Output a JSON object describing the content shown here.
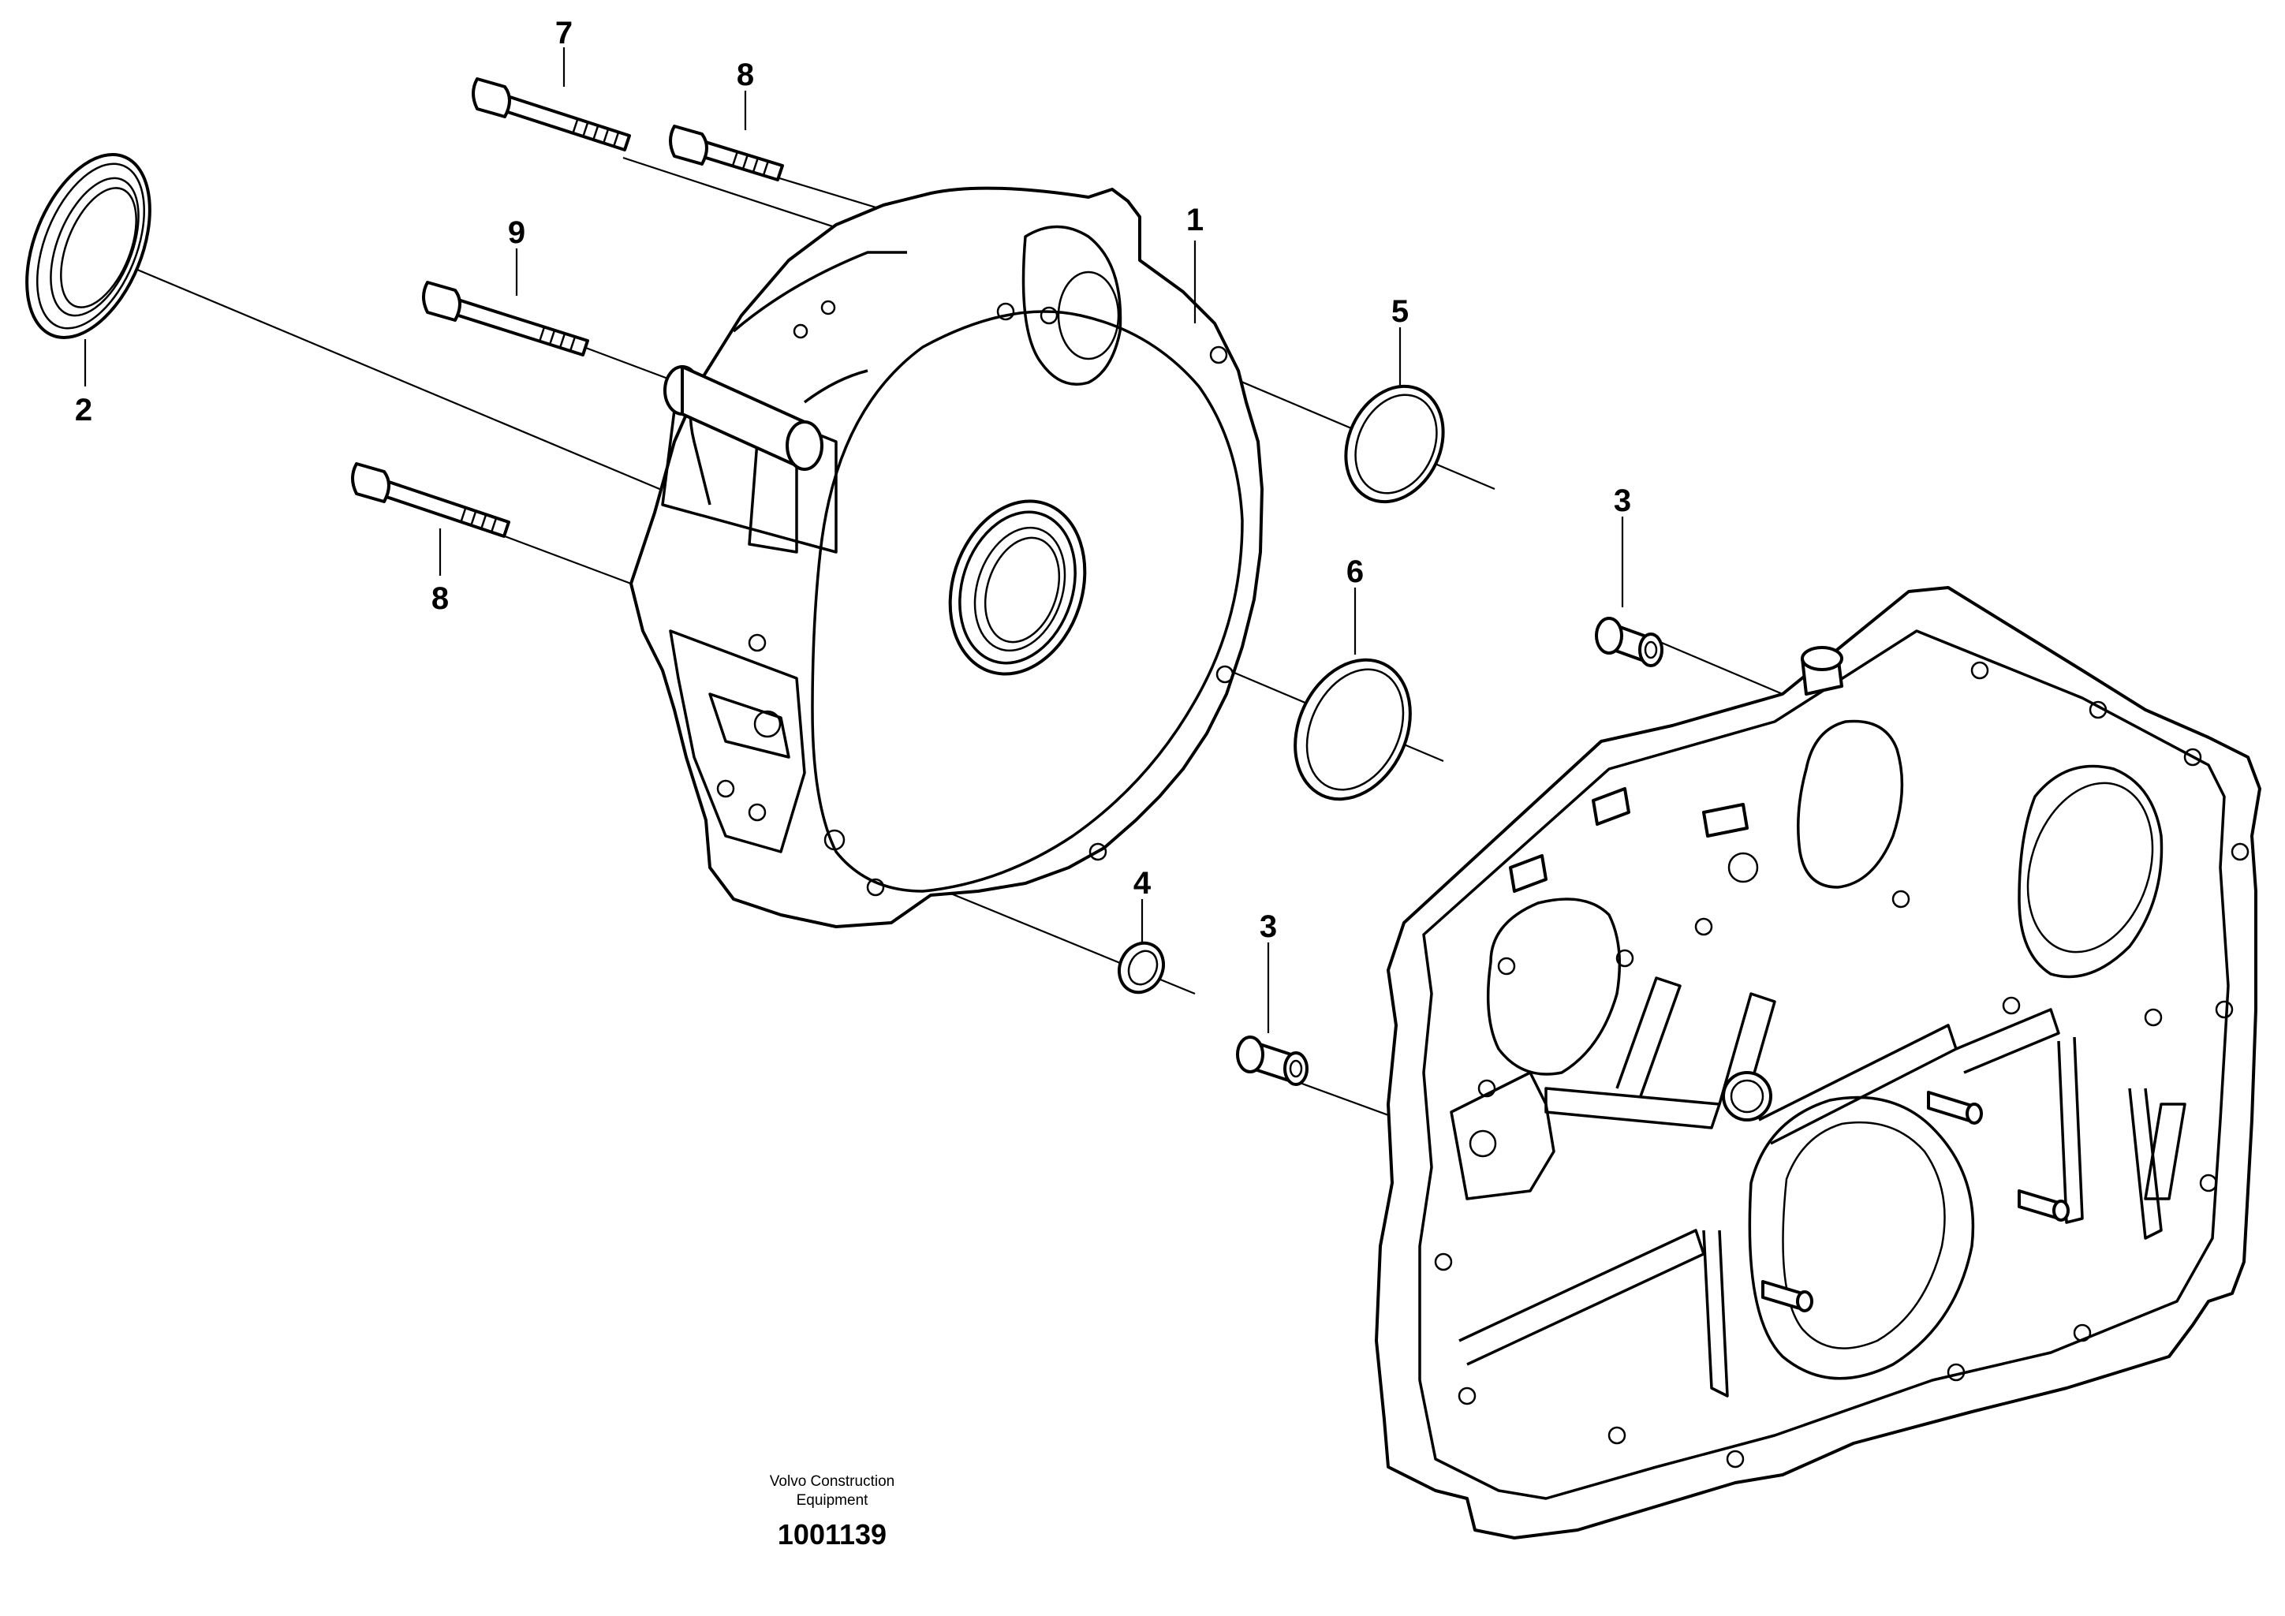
{
  "callouts": [
    {
      "id": "c1",
      "label": "1"
    },
    {
      "id": "c2",
      "label": "2"
    },
    {
      "id": "c3a",
      "label": "3"
    },
    {
      "id": "c3b",
      "label": "3"
    },
    {
      "id": "c4",
      "label": "4"
    },
    {
      "id": "c5",
      "label": "5"
    },
    {
      "id": "c6",
      "label": "6"
    },
    {
      "id": "c7",
      "label": "7"
    },
    {
      "id": "c8a",
      "label": "8"
    },
    {
      "id": "c8b",
      "label": "8"
    },
    {
      "id": "c9",
      "label": "9"
    }
  ],
  "footer": {
    "company_line1": "Volvo Construction",
    "company_line2": "Equipment",
    "document_number": "1001139"
  }
}
